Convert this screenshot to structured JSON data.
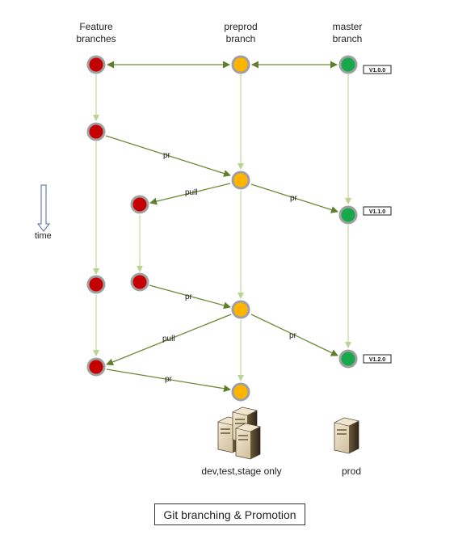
{
  "columns": {
    "feature": [
      "Feature",
      "branches"
    ],
    "preprod": [
      "preprod",
      "branch"
    ],
    "master": [
      "master",
      "branch"
    ]
  },
  "time_label": "time",
  "version_tags": {
    "v1": "V1.0.0",
    "v2": "V1.1.0",
    "v3": "V1.2.0"
  },
  "edge_labels": {
    "pr1": "pr",
    "pull1": "pull",
    "pr2": "pr",
    "pr3": "pr",
    "pull2": "pull",
    "pr4": "pr",
    "pr5": "pr"
  },
  "environments": {
    "nonprod": "dev,test,stage only",
    "prod": "prod"
  },
  "title": "Git branching & Promotion",
  "colors": {
    "feature": "#c40000",
    "preprod": "#ffb400",
    "master": "#16a84a",
    "ring": "#a0a0a0",
    "edge_light": "#c4dba4",
    "edge_dark": "#6b8a35"
  }
}
